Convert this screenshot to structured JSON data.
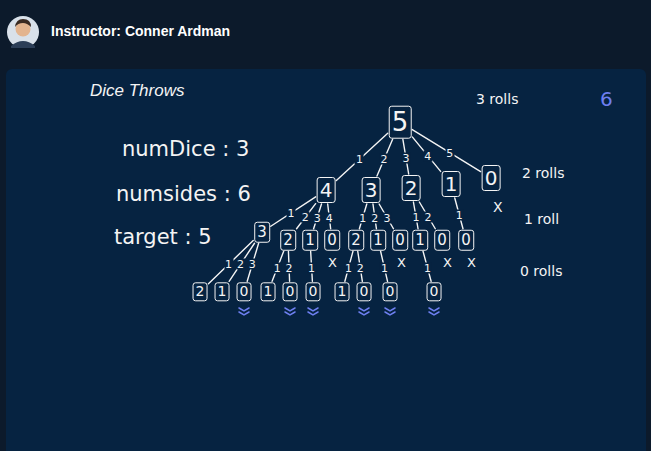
{
  "diagram": {
    "title": "Dice Throws",
    "nodes": [
      {
        "text": [
          "5"
        ]
      },
      {
        "text": [
          "4"
        ]
      },
      {
        "text": [
          "3"
        ]
      },
      {
        "text": [
          "2"
        ]
      },
      {
        "text": [
          "1"
        ]
      },
      {
        "text": [
          "0"
        ]
      },
      {
        "text": [
          "3"
        ]
      },
      {
        "text": [
          "2"
        ]
      },
      {
        "text": [
          "1"
        ]
      },
      {
        "text": [
          "0"
        ]
      },
      {
        "text": [
          "2"
        ]
      },
      {
        "text": [
          "1"
        ]
      },
      {
        "text": [
          "0"
        ]
      },
      {
        "text": [
          "1"
        ]
      },
      {
        "text": [
          "0"
        ]
      },
      {
        "text": [
          "0"
        ]
      },
      {
        "text": [
          "2"
        ]
      },
      {
        "text": [
          "1"
        ]
      },
      {
        "text": [
          "0"
        ]
      },
      {
        "text": [
          "1"
        ]
      },
      {
        "text": [
          "0"
        ]
      },
      {
        "text": [
          "0"
        ]
      },
      {
        "text": [
          "1"
        ]
      },
      {
        "text": [
          "0"
        ]
      },
      {
        "text": [
          "0"
        ]
      },
      {
        "text": [
          "0"
        ]
      }
    ],
    "edges": [
      {
        "from": 0,
        "to": 1,
        "label": "1",
        "arrow": "none"
      },
      {
        "from": 0,
        "to": 2,
        "label": "2",
        "arrow": "none"
      },
      {
        "from": 0,
        "to": 3,
        "label": "3",
        "arrow": "none"
      },
      {
        "from": 0,
        "to": 4,
        "label": "4",
        "arrow": "none"
      },
      {
        "from": 0,
        "to": 5,
        "label": "5",
        "arrow": "none"
      },
      {
        "from": 1,
        "to": 6,
        "label": "1",
        "arrow": "none"
      },
      {
        "from": 1,
        "to": 7,
        "label": "2",
        "arrow": "none"
      },
      {
        "from": 1,
        "to": 8,
        "label": "3",
        "arrow": "none"
      },
      {
        "from": 1,
        "to": 9,
        "label": "4",
        "arrow": "none"
      },
      {
        "from": 2,
        "to": 10,
        "label": "1",
        "arrow": "none"
      },
      {
        "from": 2,
        "to": 11,
        "label": "2",
        "arrow": "none"
      },
      {
        "from": 2,
        "to": 12,
        "label": "3",
        "arrow": "none"
      },
      {
        "from": 3,
        "to": 13,
        "label": "1",
        "arrow": "none"
      },
      {
        "from": 3,
        "to": 14,
        "label": "2",
        "arrow": "none"
      },
      {
        "from": 4,
        "to": 15,
        "label": "1",
        "arrow": "none"
      },
      {
        "from": 6,
        "to": 16,
        "label": "1",
        "arrow": "none"
      },
      {
        "from": 6,
        "to": 17,
        "label": "2",
        "arrow": "none"
      },
      {
        "from": 6,
        "to": 18,
        "label": "3",
        "arrow": "none"
      },
      {
        "from": 7,
        "to": 19,
        "label": "1",
        "arrow": "none"
      },
      {
        "from": 7,
        "to": 20,
        "label": "2",
        "arrow": "none"
      },
      {
        "from": 8,
        "to": 21,
        "label": "1",
        "arrow": "none"
      },
      {
        "from": 10,
        "to": 22,
        "label": "1",
        "arrow": "none"
      },
      {
        "from": 10,
        "to": 23,
        "label": "2",
        "arrow": "none"
      },
      {
        "from": 11,
        "to": 24,
        "label": "1",
        "arrow": "none"
      },
      {
        "from": 13,
        "to": 25,
        "label": "1",
        "arrow": "none"
      }
    ],
    "labels": [
      "Instructor: Conner Ardman",
      "numDice : 3",
      "numsides : 6",
      "target : 5",
      "3 rolls",
      "2 rolls",
      "1 roll",
      "0 rolls",
      "6",
      "X",
      "X",
      "X",
      "X",
      "X"
    ]
  }
}
